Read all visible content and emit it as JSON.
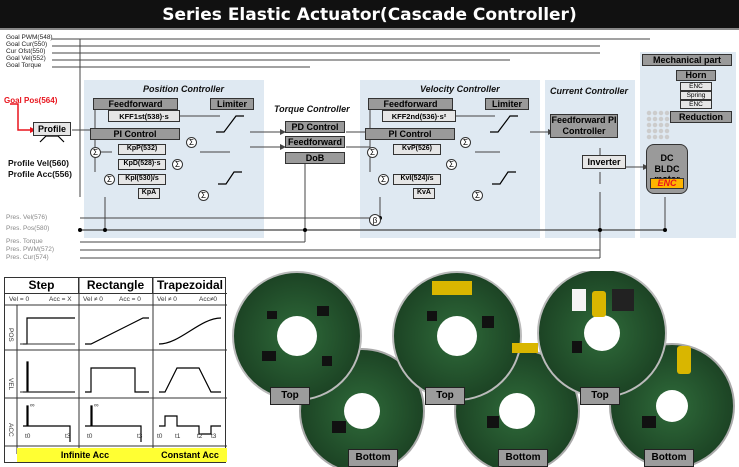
{
  "title": "Series Elastic Actuator(Cascade Controller)",
  "goal_signals": [
    "Goal PWM(548)",
    "Goal Cur(550)",
    "Cur Ofst(550)",
    "Goal Vel(552)",
    "Goal Torque"
  ],
  "goal_pos": "Goal Pos(564)",
  "profile": {
    "label": "Profile",
    "vel": "Profile Vel(560)",
    "acc": "Profile Acc(556)"
  },
  "position_controller": {
    "title": "Position Controller",
    "feedforward": "Feedforward",
    "ff_gain": "KFF1st(538)·s",
    "pi": "PI Control",
    "kp": "KpP(532)",
    "kd": "KpD(528)·s",
    "ki": "KpI(530)/s",
    "ka": "KpA",
    "limiter": "Limiter"
  },
  "torque_controller": {
    "title": "Torque Controller",
    "pd": "PD Control",
    "ff": "Feedforward",
    "dob": "DoB"
  },
  "velocity_controller": {
    "title": "Velocity Controller",
    "feedforward": "Feedforward",
    "ff_gain": "KFF2nd(536)·s²",
    "pi": "PI Control",
    "kp": "KvP(526)",
    "ki": "KvI(524)/s",
    "ka": "KvA",
    "limiter": "Limiter"
  },
  "current_controller": {
    "title": "Current Controller",
    "block": "Feedforward PI Controller",
    "inverter": "Inverter"
  },
  "mechanical": {
    "title": "Mechanical part",
    "horn": "Horn",
    "enc1": "ENC",
    "spring": "Spring",
    "enc2": "ENC",
    "reduction": "Reduction",
    "motor": "DC BLDC motor",
    "motor_enc": "ENC"
  },
  "beta": "β",
  "sigma": "Σ",
  "present_signals": [
    "Pres. Vel(576)",
    "Pres. Pos(580)",
    "Pres. Torque",
    "Pres. PWM(572)",
    "Pres. Cur(574)"
  ],
  "profile_table": {
    "headers": [
      "Step",
      "Rectangle",
      "Trapezoidal"
    ],
    "conditions": [
      "Vel = 0",
      "Acc = X",
      "Vel ≠ 0",
      "Acc = 0",
      "Vel ≠ 0",
      "Acc≠0"
    ],
    "row_labels": [
      "POS",
      "VEL",
      "ACC"
    ],
    "time_labels": {
      "t0": "t0",
      "t1": "t1",
      "t2": "t2",
      "t3": "t3"
    },
    "infinite": "∞",
    "footer": [
      "Infinite Acc",
      "Constant Acc"
    ]
  },
  "photo_labels": [
    "Top",
    "Bottom",
    "Top",
    "Bottom",
    "Top",
    "Bottom"
  ],
  "colors": {
    "panel": "#dfe9f2",
    "block": "#9a9a9a",
    "yellow": "#ffff33",
    "goal_red": "#e8141d",
    "enc_orange": "#ffb400"
  }
}
